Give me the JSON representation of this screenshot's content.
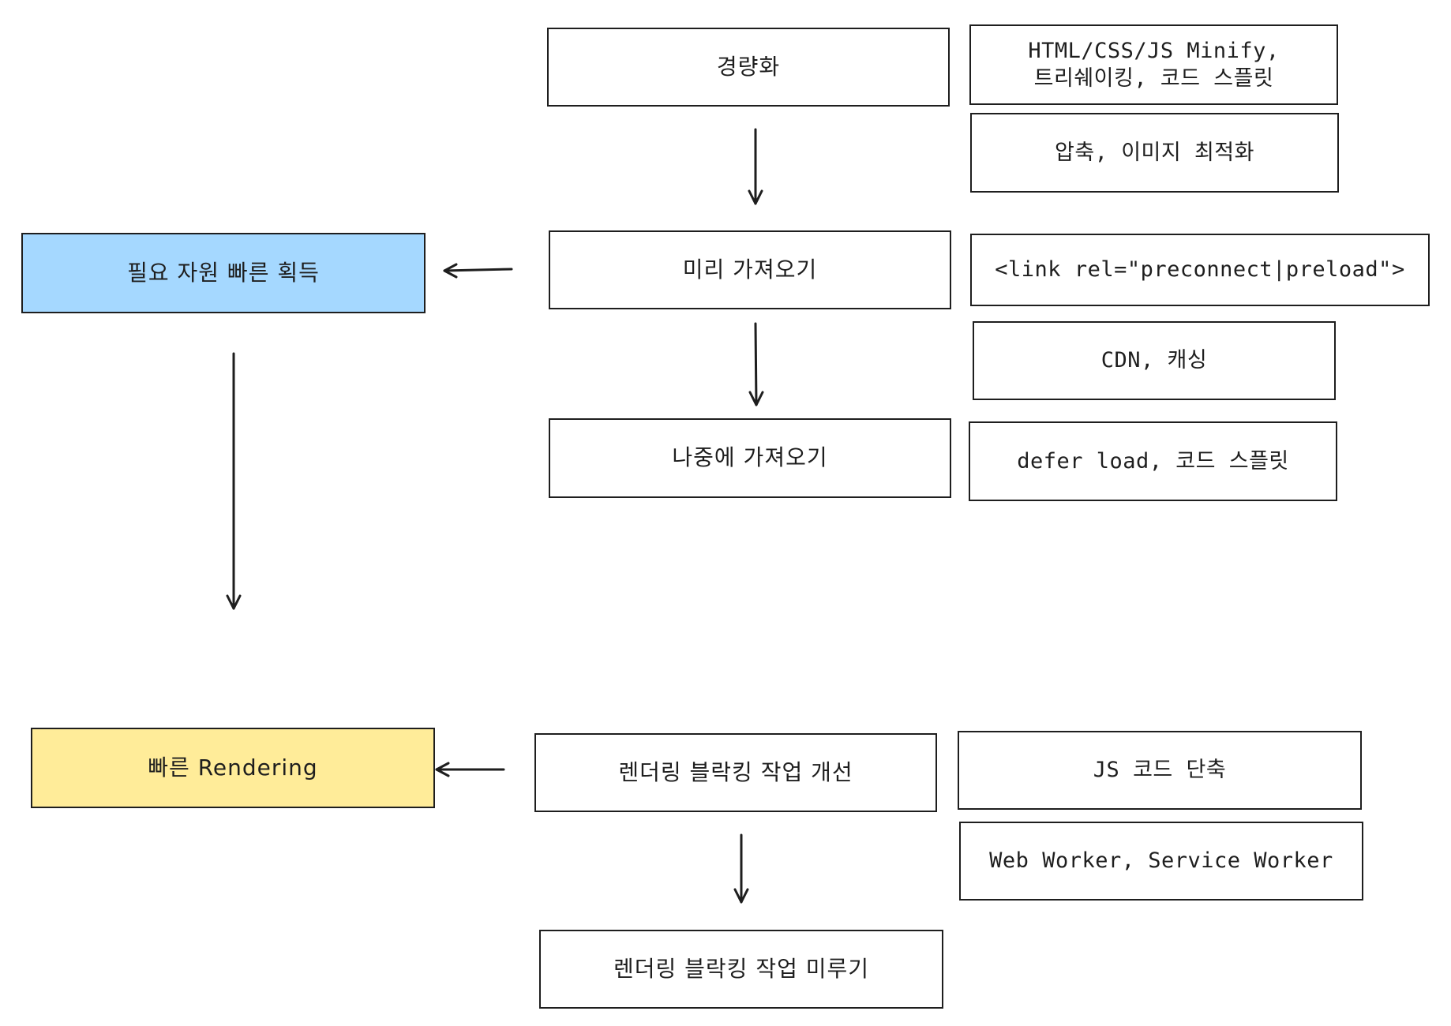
{
  "diagram": {
    "goals": {
      "fast_resource_acquisition": "필요 자원 빠른 획득",
      "fast_rendering": "빠른 Rendering"
    },
    "steps": {
      "minify": "경량화",
      "prefetch": "미리 가져오기",
      "lazy_fetch": "나중에 가져오기",
      "improve_blocking": "렌더링 블락킹 작업 개선",
      "defer_blocking": "렌더링 블락킹 작업 미루기"
    },
    "details": {
      "minify_tree_shaking": "HTML/CSS/JS Minify,\n트리쉐이킹, 코드 스플릿",
      "compression_image": "압축, 이미지 최적화",
      "link_preconnect": "<link rel=\"preconnect|preload\">",
      "cdn_caching": "CDN, 캐싱",
      "defer_load": "defer load, 코드 스플릿",
      "js_code_reduction": "JS 코드 단축",
      "workers": "Web Worker, Service Worker"
    },
    "colors": {
      "stroke": "#1e1e1e",
      "goal_blue": "#a5d8ff",
      "goal_yellow": "#ffec99",
      "box_fill": "#ffffff"
    }
  }
}
